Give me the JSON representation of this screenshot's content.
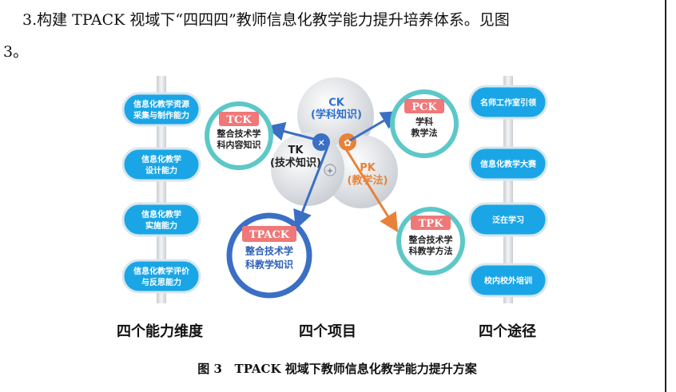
{
  "paragraph": {
    "line1": "3.构建 TPACK 视域下“四四四”教师信息化教学能力提升培养体系。见图",
    "line2": "3。"
  },
  "figure": {
    "left_column": [
      "信息化教学资源|采集与制作能力",
      "信息化教学|设计能力",
      "信息化教学|实施能力",
      "信息化教学评价|与反思能力"
    ],
    "right_column": [
      "名师工作室引领",
      "信息化教学大赛",
      "泛在学习",
      "校内校外培训"
    ],
    "venn": {
      "ck": "CK|(学科知识)",
      "tk": "TK|(技术知识)",
      "pk": "PK|(教学法)"
    },
    "tck": {
      "tag": "TCK",
      "text": "整合技术学|科内容知识"
    },
    "pck": {
      "tag": "PCK",
      "text": "学科|教学法"
    },
    "tpk": {
      "tag": "TPK",
      "text": "整合技术学|科教学方法"
    },
    "tpack": {
      "tag": "TPACK",
      "text": "整合技术学|科教学知识"
    },
    "labels": {
      "left": "四个能力维度",
      "middle": "四个项目",
      "right": "四个途径"
    },
    "caption": "图 3   TPACK 视域下教师信息化教学能力提升方案",
    "colors": {
      "pill": "#1aa6e6",
      "ring": "#5cc8c8",
      "tag": "#f07878",
      "tpack_ring": "#3a6fc4",
      "arrow_blue": "#3a6fc4",
      "arrow_orange": "#e8823a"
    }
  }
}
